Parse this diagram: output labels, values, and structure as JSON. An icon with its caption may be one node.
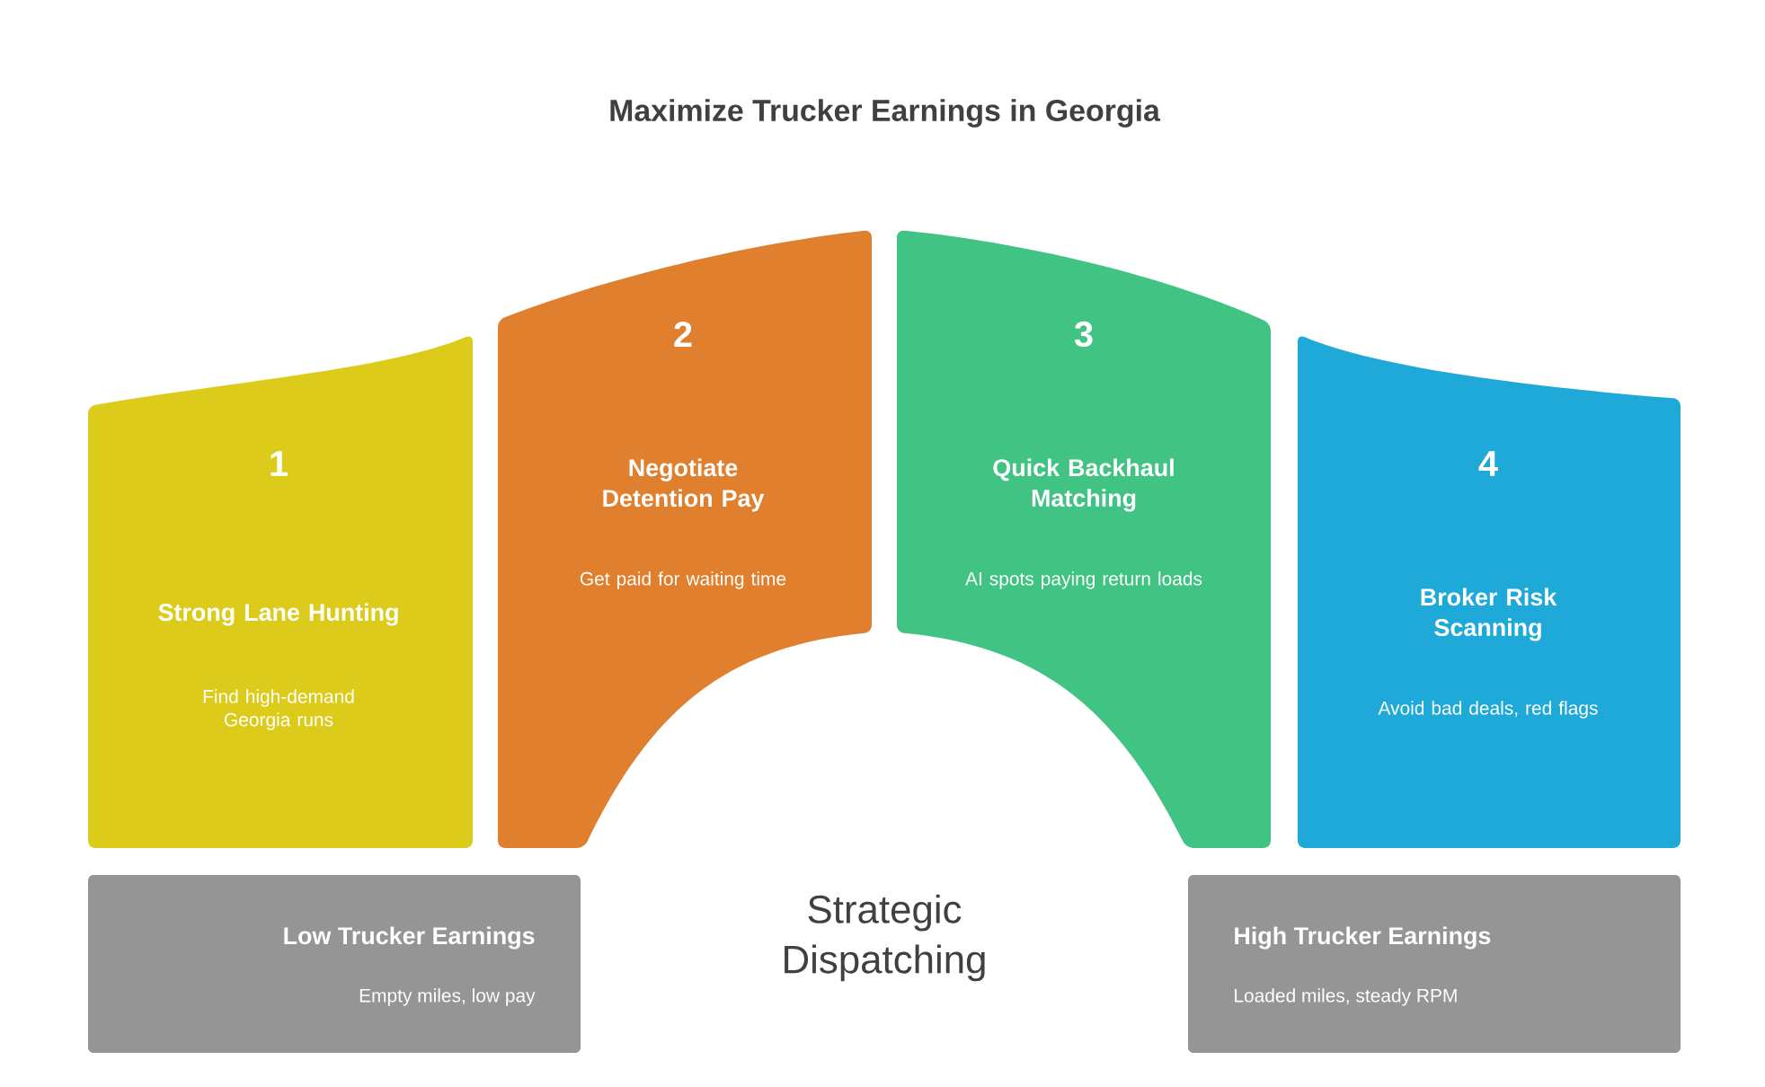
{
  "diagram": {
    "title": "Maximize Trucker Earnings in Georgia",
    "nodes": [
      {
        "text": [
          "1",
          "Strong Lane Hunting",
          "Find high-demand Georgia runs"
        ]
      },
      {
        "text": [
          "2",
          "Negotiate Detention Pay",
          "Get paid for waiting time"
        ]
      },
      {
        "text": [
          "3",
          "Quick Backhaul Matching",
          "AI spots paying return loads"
        ]
      },
      {
        "text": [
          "4",
          "Broker Risk Scanning",
          "Avoid bad deals, red flags"
        ]
      },
      {
        "text": [
          "Low Trucker Earnings",
          "Empty miles, low pay"
        ]
      },
      {
        "text": [
          "High Trucker Earnings",
          "Loaded miles, steady RPM"
        ]
      }
    ],
    "edges": [],
    "labels": [
      "Strategic Dispatching"
    ]
  }
}
